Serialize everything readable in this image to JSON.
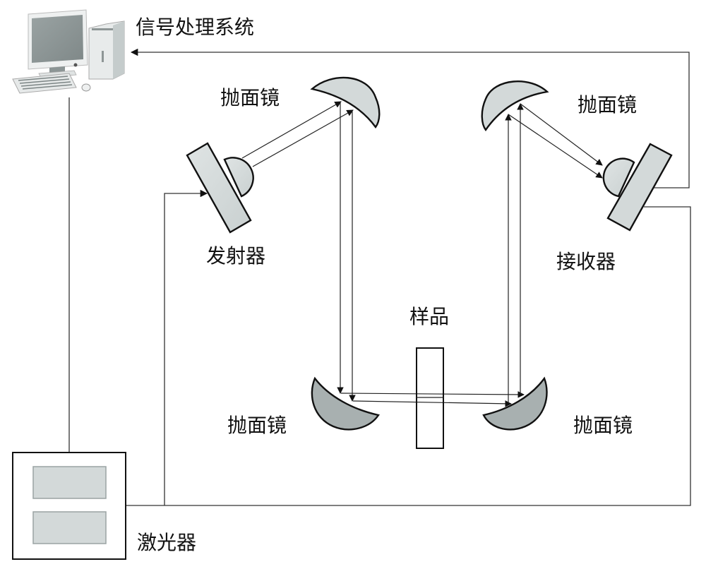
{
  "diagram": {
    "title": "",
    "labels": {
      "signal_system": "信号处理系统",
      "mirror_top_left": "抛面镜",
      "mirror_top_right": "抛面镜",
      "emitter": "发射器",
      "receiver": "接收器",
      "sample": "样品",
      "mirror_bottom_left": "抛面镜",
      "mirror_bottom_right": "抛面镜",
      "laser": "激光器"
    },
    "components": [
      {
        "id": "signal_system",
        "type": "computer-icon"
      },
      {
        "id": "laser",
        "type": "laser-box"
      },
      {
        "id": "emitter",
        "type": "emitter"
      },
      {
        "id": "receiver",
        "type": "receiver"
      },
      {
        "id": "mirror_top_left",
        "type": "parabolic-mirror"
      },
      {
        "id": "mirror_top_right",
        "type": "parabolic-mirror"
      },
      {
        "id": "mirror_bottom_left",
        "type": "parabolic-mirror"
      },
      {
        "id": "mirror_bottom_right",
        "type": "parabolic-mirror"
      },
      {
        "id": "sample",
        "type": "sample-slab"
      }
    ],
    "connections": [
      {
        "from": "signal_system",
        "to": "laser",
        "kind": "wire"
      },
      {
        "from": "laser",
        "to": "emitter",
        "kind": "wire",
        "arrow": true
      },
      {
        "from": "laser",
        "to": "receiver",
        "kind": "wire"
      },
      {
        "from": "receiver",
        "to": "signal_system",
        "kind": "wire",
        "arrow": true
      },
      {
        "from": "emitter",
        "to": "mirror_top_left",
        "kind": "beam"
      },
      {
        "from": "mirror_top_left",
        "to": "mirror_bottom_left",
        "kind": "beam"
      },
      {
        "from": "mirror_bottom_left",
        "to": "mirror_bottom_right",
        "kind": "beam",
        "via": "sample"
      },
      {
        "from": "mirror_bottom_right",
        "to": "mirror_top_right",
        "kind": "beam"
      },
      {
        "from": "mirror_top_right",
        "to": "receiver",
        "kind": "beam"
      }
    ],
    "colors": {
      "component_fill": "#d3d9d9",
      "bottom_mirror_fill": "#a8b0b0",
      "line": "#222222",
      "background": "#ffffff"
    }
  }
}
